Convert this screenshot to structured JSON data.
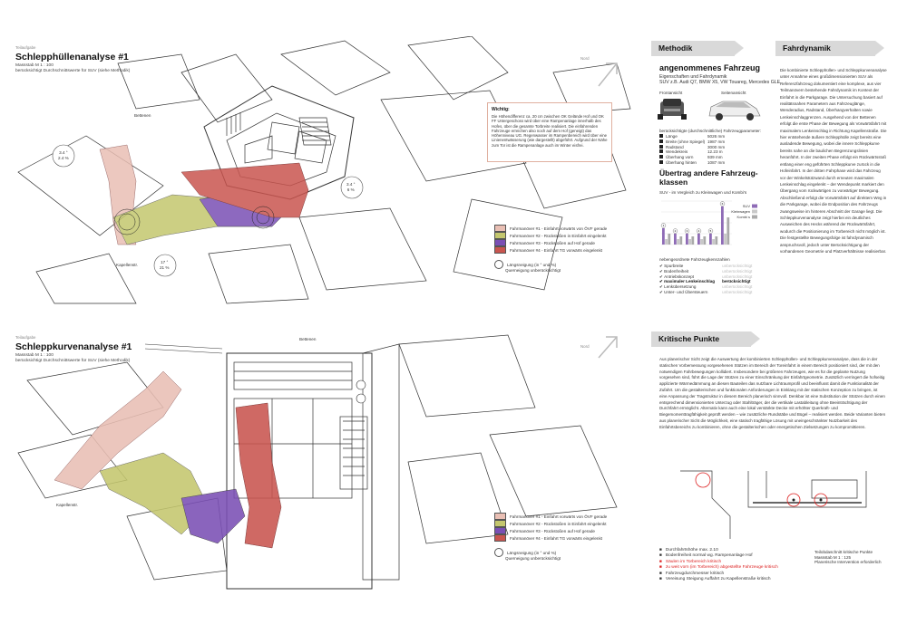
{
  "top": {
    "kicker": "Teilaufgabe",
    "title": "Schlepphüllenanalyse #1",
    "scale": "Massstab M 1 : 100",
    "note": "berücksichtigt Durchschnittswerte für SUV (siehe Methodik)",
    "north": "Nord",
    "labels": {
      "betten": "Bettenen",
      "kapellen": "Kapellenstr.",
      "slope1_a": "3.4 °",
      "slope1_b": "2.4 %",
      "slope2_a": "3.4 °",
      "slope2_b": "6 %",
      "slope3_a": "17 °",
      "slope3_b": "21 %"
    },
    "notebox": {
      "title": "Wichtig:",
      "text": "Die Höhendifferenz ca. 20 cm zwischen OK Gelände Hof und OK FF Untergeschoss wird über eine Rampenanlage innerhalb des Hofes, über die gesamte Torbreite realisiert. Die einfahrenden Fahrzeuge erreichen also noch auf dem Hof (geneigt) das Höhenniveau UG. Regenwasser im Rampenbereich wird über eine Linienentwässerung (wie dargestellt) abgeführt. Aufgrund der Nähe zum Tor ist die Rampenanlage auch im Winter eisfrei."
    },
    "legend": [
      {
        "label": "Fahrmanöver #1 - Einfahrt vorwärts von ÖVF gerade",
        "color": "#e9bfb4"
      },
      {
        "label": "Fahrmanöver #2 - Rückstoßen in Einfahrt eingelenkt",
        "color": "#c4c76e"
      },
      {
        "label": "Fahrmanöver #3 - Rückstoßen auf Hof gerade",
        "color": "#7a4fb5"
      },
      {
        "label": "Fahrmanöver #4 - Einfahrt TG vorwärts eingelenkt",
        "color": "#c9554f"
      }
    ],
    "legend_extra": [
      "Längsneigung (in ° und %)",
      "Querneigung unberücksichtigt"
    ]
  },
  "bottom": {
    "kicker": "Teilaufgabe",
    "title": "Schleppkurvenanalyse #1",
    "scale": "Massstab M 1 : 100",
    "note": "berücksichtigt Durchschnittswerte für SUV (siehe Methodik)",
    "north": "Nord",
    "labels": {
      "betten": "Bettenen",
      "kapellen": "Kapellenstr."
    },
    "legend": [
      {
        "label": "Fahrmanöver #1 - Einfahrt vorwärts von ÖVF gerade",
        "color": "#e9bfb4"
      },
      {
        "label": "Fahrmanöver #2 - Rückstoßen in Einfahrt eingelenkt",
        "color": "#c4c76e"
      },
      {
        "label": "Fahrmanöver #3 - Rückstoßen auf Hof gerade",
        "color": "#7a4fb5"
      },
      {
        "label": "Fahrmanöver #4 - Einfahrt TG vorwärts eingelenkt",
        "color": "#c9554f"
      }
    ],
    "legend_extra": [
      "Längsneigung (in ° und %)",
      "Querneigung unberücksichtigt"
    ]
  },
  "methodik": {
    "tab": "Methodik",
    "heading": "angenommenes Fahrzeug",
    "sub1": "Eigenschaften und Fahrdynamik",
    "sub2": "SUV z.B. Audi Q7, BMW X5, VW Touareg, Mercedes GLE",
    "front": "Frontansicht",
    "side": "Seitenansicht",
    "spec_title": "berücksichtigte (durchschnittliche) Fahrzeugparameter:",
    "specs": [
      {
        "k": "Länge",
        "v": "5026 mm"
      },
      {
        "k": "Breite (ohne Spiegel)",
        "v": "1987 mm"
      },
      {
        "k": "Radstand",
        "v": "3000 mm"
      },
      {
        "k": "Wendekreis",
        "v": "12.23 m"
      },
      {
        "k": "Überhang vorn",
        "v": "939 mm"
      },
      {
        "k": "Überhang hinten",
        "v": "1087 mm"
      }
    ],
    "uebertrag_title": "Übertrag andere Fahrzeug-klassen",
    "uebertrag_sub": "SUV - im Vergleich zu Kleinwagen und Kombi's",
    "chart_legend": [
      "SUV",
      "Kleinwagen",
      "Kombi s"
    ],
    "param_title": "nebengeordnete Fahrzeugkennzahlen",
    "params": [
      {
        "label": "Spurbreite",
        "status": "unberücksichtigt",
        "bold": false
      },
      {
        "label": "Bodenfreiheit",
        "status": "unberücksichtigt",
        "bold": false
      },
      {
        "label": "Antriebskonzept",
        "status": "unberücksichtigt",
        "bold": false
      },
      {
        "label": "maximaler Lenkeinschlag",
        "status": "berücksichtigt",
        "bold": true
      },
      {
        "label": "Lenkübersetzung",
        "status": "unberücksichtigt",
        "bold": false
      },
      {
        "label": "Unter- und Übersteuern",
        "status": "unberücksichtigt",
        "bold": false
      }
    ]
  },
  "fahrdynamik": {
    "tab": "Fahrdynamik",
    "text": "Die kombinierte Schlepphüllen- und Schleppkurvenanalyse unter Annahme eines großdimensionierten SUV als Referenzfahrzeug dokumentiert eine komplexe, aus vier Teilmanövern bestehende Fahrdynamik im Kontext der Einfahrt in die Parkgarage. Die Untersuchung basiert auf realitätsnahen Parametern aus Fahrzeuglänge, Wenderadius, Radstand, Überhangverhalten sowie Lenkeinschlaggrenzen. Ausgehend von der Bettenen erfolgt die erste Phase der Bewegung als Vorwärtsfahrt mit maximalem Lenkeinschlag in Richtung Kapellenstraße. Die hier entstehende äußere Schlepphülle zeigt bereits eine ausladende Bewegung, wobei die innere Schleppkurve bereits nahe an die baulichen Begrenzungslinien heranführt. In der zweiten Phase erfolgt ein Rückwärtsstoß entlang einer eng geführten Schleppkurve zurück in die Hofeinfahrt. In der dritten Fahrphase wird das Fahrzeug vor der Winkelstützwand durch erneuten maximalen Lenkeinschlag eingelenkt – der Wendepunkt markiert den Übergang vom rückwärtigen zu vorwärtiger Bewegung. Abschließend erfolgt die Vorwärtsfahrt auf direktem Weg in die Parkgarage, wobei die Endposition des Fahrzeugs zwangsweise im hinteren Abschnitt der Garage liegt. Die Schleppkurvenanalyse zeigt hierbei ein deutliches Ausweichen des Hecks während der Rückwärtsfahrt, wodurch die Positionierung im Torbereich nicht möglich ist. Die festgestellte Bewegungsfolge ist fahrdynamisch anspruchsvoll, jedoch unter Berücksichtigung der vorhandenen Geometrie und Platzverhältnisse realisierbar."
  },
  "kritisch": {
    "tab": "Kritische Punkte",
    "text": "Aus planerischer Sicht zeigt die Auswertung der kombinierten Schlepphüllen- und Schleppkurvenanalyse, dass die in der statischen Vorbemessung vorgesehenen Stützen im Bereich der Toreinfahrt in einem Bereich positioniert sind, der mit den notwendigen Fahrbewegungen kollidiert. Insbesondere bei größeren Fahrzeugen, wie es für die geplante Nutzung vorgesehen sind, führt die Lage der Stützen zu einer Einschränkung der Einfahrtgeometrie. Zusätzlich verringert die hofseitig applizierte Wärmedämmung an diesen Bauteilen das nutzbare Lichtraumprofil und beeinflusst damit die Funktionalität der Zufahrt. Um die gestalterischen und funktionalen Anforderungen in Einklang mit der statischen Konzeption zu bringen, ist eine Anpassung der Tragstruktur in diesem Bereich planerisch sinnvoll. Denkbar ist eine Substitution der Stützen durch einen entsprechend dimensionierten Unterzug oder Stahlträger, der die vertikale Lastableitung ohne Beeinträchtigung der Durchfahrt ermöglicht. Alternativ kann auch eine lokal verstärkte Decke mit erhöhter Querkraft- und Biegemomenttragfähigkeit geprüft werden – wie zusätzliche Rundstäbe und Bügel – realisiert werden. Beide Varianten bieten aus planerischer Sicht die Möglichkeit, eine statisch tragfähige Lösung mit uneingeschränkter Nutzbarkeit des Einfahrtsbereichs zu kombinieren, ohne die gestalterischen oder energetischen Zielsetzungen zu kompromittieren.",
    "bullets": [
      {
        "text": "Durchfahrtshöhe max. 2.10",
        "red": false
      },
      {
        "text": "Bodenfreiheit normal wg. Rampenanlage Hof",
        "red": false
      },
      {
        "text": "Säulen im Torbereich kritisch",
        "red": true
      },
      {
        "text": "zu weit vorn (im Torbereich) abgestellte Fahrzeuge kritisch",
        "red": true
      },
      {
        "text": "Fahrzeugdurchmesser kritisch",
        "red": false
      },
      {
        "text": "Vereisung Steigung Auffahrt zu Kapellenstraße kritisch",
        "red": false
      }
    ],
    "caption": [
      "Teilobdaschnitt kritische Punkte",
      "Massstab M 1 : 125",
      "Planerische Intervention erforderlich"
    ]
  },
  "chart_data": {
    "type": "bar",
    "categories": [
      "1",
      "2",
      "3",
      "4",
      "5",
      "6"
    ],
    "series": [
      {
        "name": "SUV",
        "values": [
          3,
          2,
          2,
          2,
          2,
          7
        ]
      },
      {
        "name": "Kleinwagen",
        "values": [
          1,
          1,
          1,
          1,
          1,
          2
        ]
      },
      {
        "name": "Kombi s",
        "values": [
          2,
          1.5,
          1.5,
          1.5,
          1.5,
          5
        ]
      }
    ],
    "colors": [
      "#8e6bb6",
      "#c8c8c8",
      "#aaaaaa"
    ],
    "ylim": [
      0,
      8
    ],
    "grid": true
  }
}
